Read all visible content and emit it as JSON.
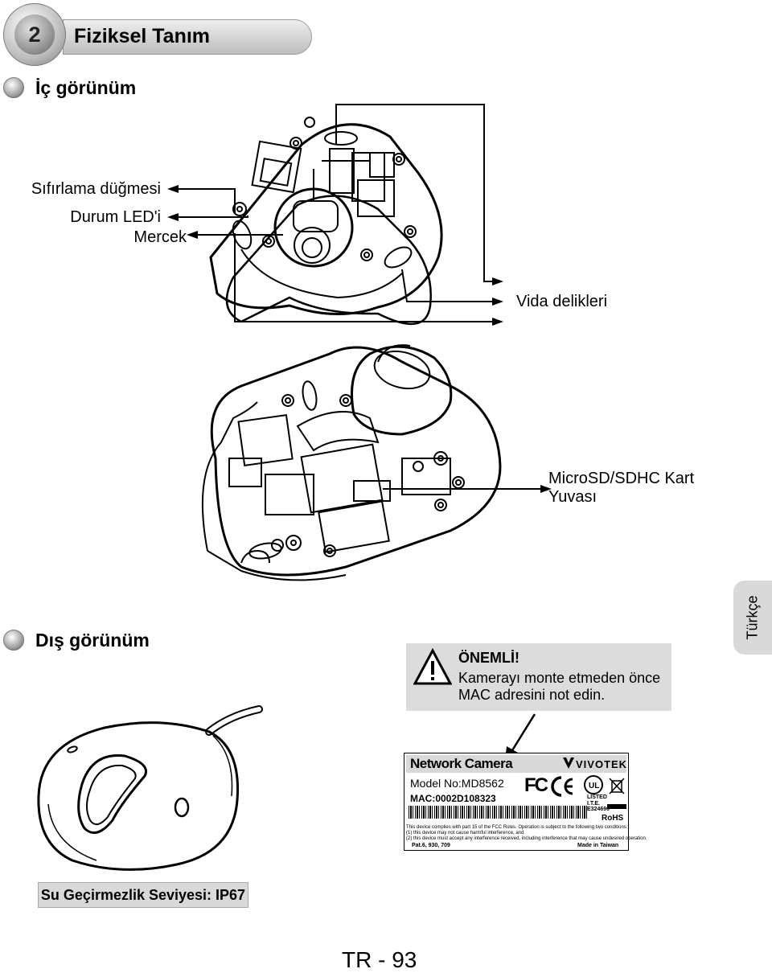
{
  "header": {
    "number": "2",
    "title": "Fiziksel Tanım"
  },
  "sections": {
    "inner_view": "İç görünüm",
    "outer_view": "Dış görünüm"
  },
  "inner_labels": {
    "reset": "Sıfırlama düğmesi",
    "status_led": "Durum LED'i",
    "lens": "Mercek",
    "screw_holes": "Vida delikleri",
    "sd_slot_line1": "MicroSD/SDHC Kart",
    "sd_slot_line2": "Yuvası"
  },
  "side_tab": "Türkçe",
  "warning": {
    "title": "ÖNEMLİ!",
    "line1": "Kamerayı monte etmeden önce",
    "line2": "MAC adresini not edin."
  },
  "sticker": {
    "product": "Network Camera",
    "brand": "VIVOTEK",
    "model": "Model No:MD8562",
    "mac": "MAC:0002D108323",
    "fcc": "FC",
    "ul_listed": "LISTED",
    "ite": "I.T.E.",
    "e_number": "E324690",
    "rohs": "RoHS",
    "fcc_line1": "This device complies with part 15 of the FCC Rules. Operation is subject to the following two conditions:",
    "fcc_line2": "(1) this device may not cause harmful interference, and",
    "fcc_line3": "(2) this device must accept any interference received, including interference that may cause undesired operation.",
    "patent": "Pat.6, 930, 709",
    "made_in": "Made in Taiwan"
  },
  "waterproof": "Su Geçirmezlik Seviyesi: IP67",
  "page_number": "TR - 93"
}
